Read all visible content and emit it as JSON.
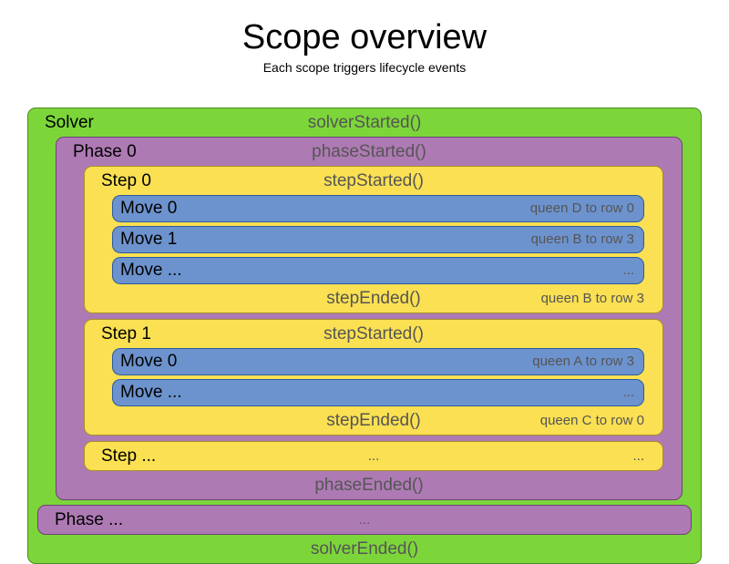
{
  "header": {
    "title": "Scope overview",
    "subtitle": "Each scope triggers lifecycle events"
  },
  "colors": {
    "solver": "#7CD63A",
    "phase": "#AE7AB4",
    "step": "#FAE052",
    "move": "#6D93CE",
    "event_text": "#555555",
    "name_text": "#000000",
    "background": "#FFFFFF"
  },
  "diagram": {
    "solver": {
      "label": "Solver",
      "started_event": "solverStarted()",
      "ended_event": "solverEnded()",
      "phases": [
        {
          "label": "Phase 0",
          "started_event": "phaseStarted()",
          "ended_event": "phaseEnded()",
          "steps": [
            {
              "label": "Step 0",
              "started_event": "stepStarted()",
              "ended_event": "stepEnded()",
              "ended_detail": "queen B to row 3",
              "moves": [
                {
                  "label": "Move 0",
                  "detail": "queen D to row 0"
                },
                {
                  "label": "Move 1",
                  "detail": "queen B to row 3"
                },
                {
                  "label": "Move ...",
                  "detail": "..."
                }
              ]
            },
            {
              "label": "Step 1",
              "started_event": "stepStarted()",
              "ended_event": "stepEnded()",
              "ended_detail": "queen C to row 0",
              "moves": [
                {
                  "label": "Move 0",
                  "detail": "queen A to row 3"
                },
                {
                  "label": "Move ...",
                  "detail": "..."
                }
              ]
            }
          ],
          "ellipsis_step": {
            "label": "Step ...",
            "center": "...",
            "detail": "..."
          }
        }
      ],
      "ellipsis_phase": {
        "label": "Phase ...",
        "center": "...",
        "detail": ""
      }
    }
  }
}
